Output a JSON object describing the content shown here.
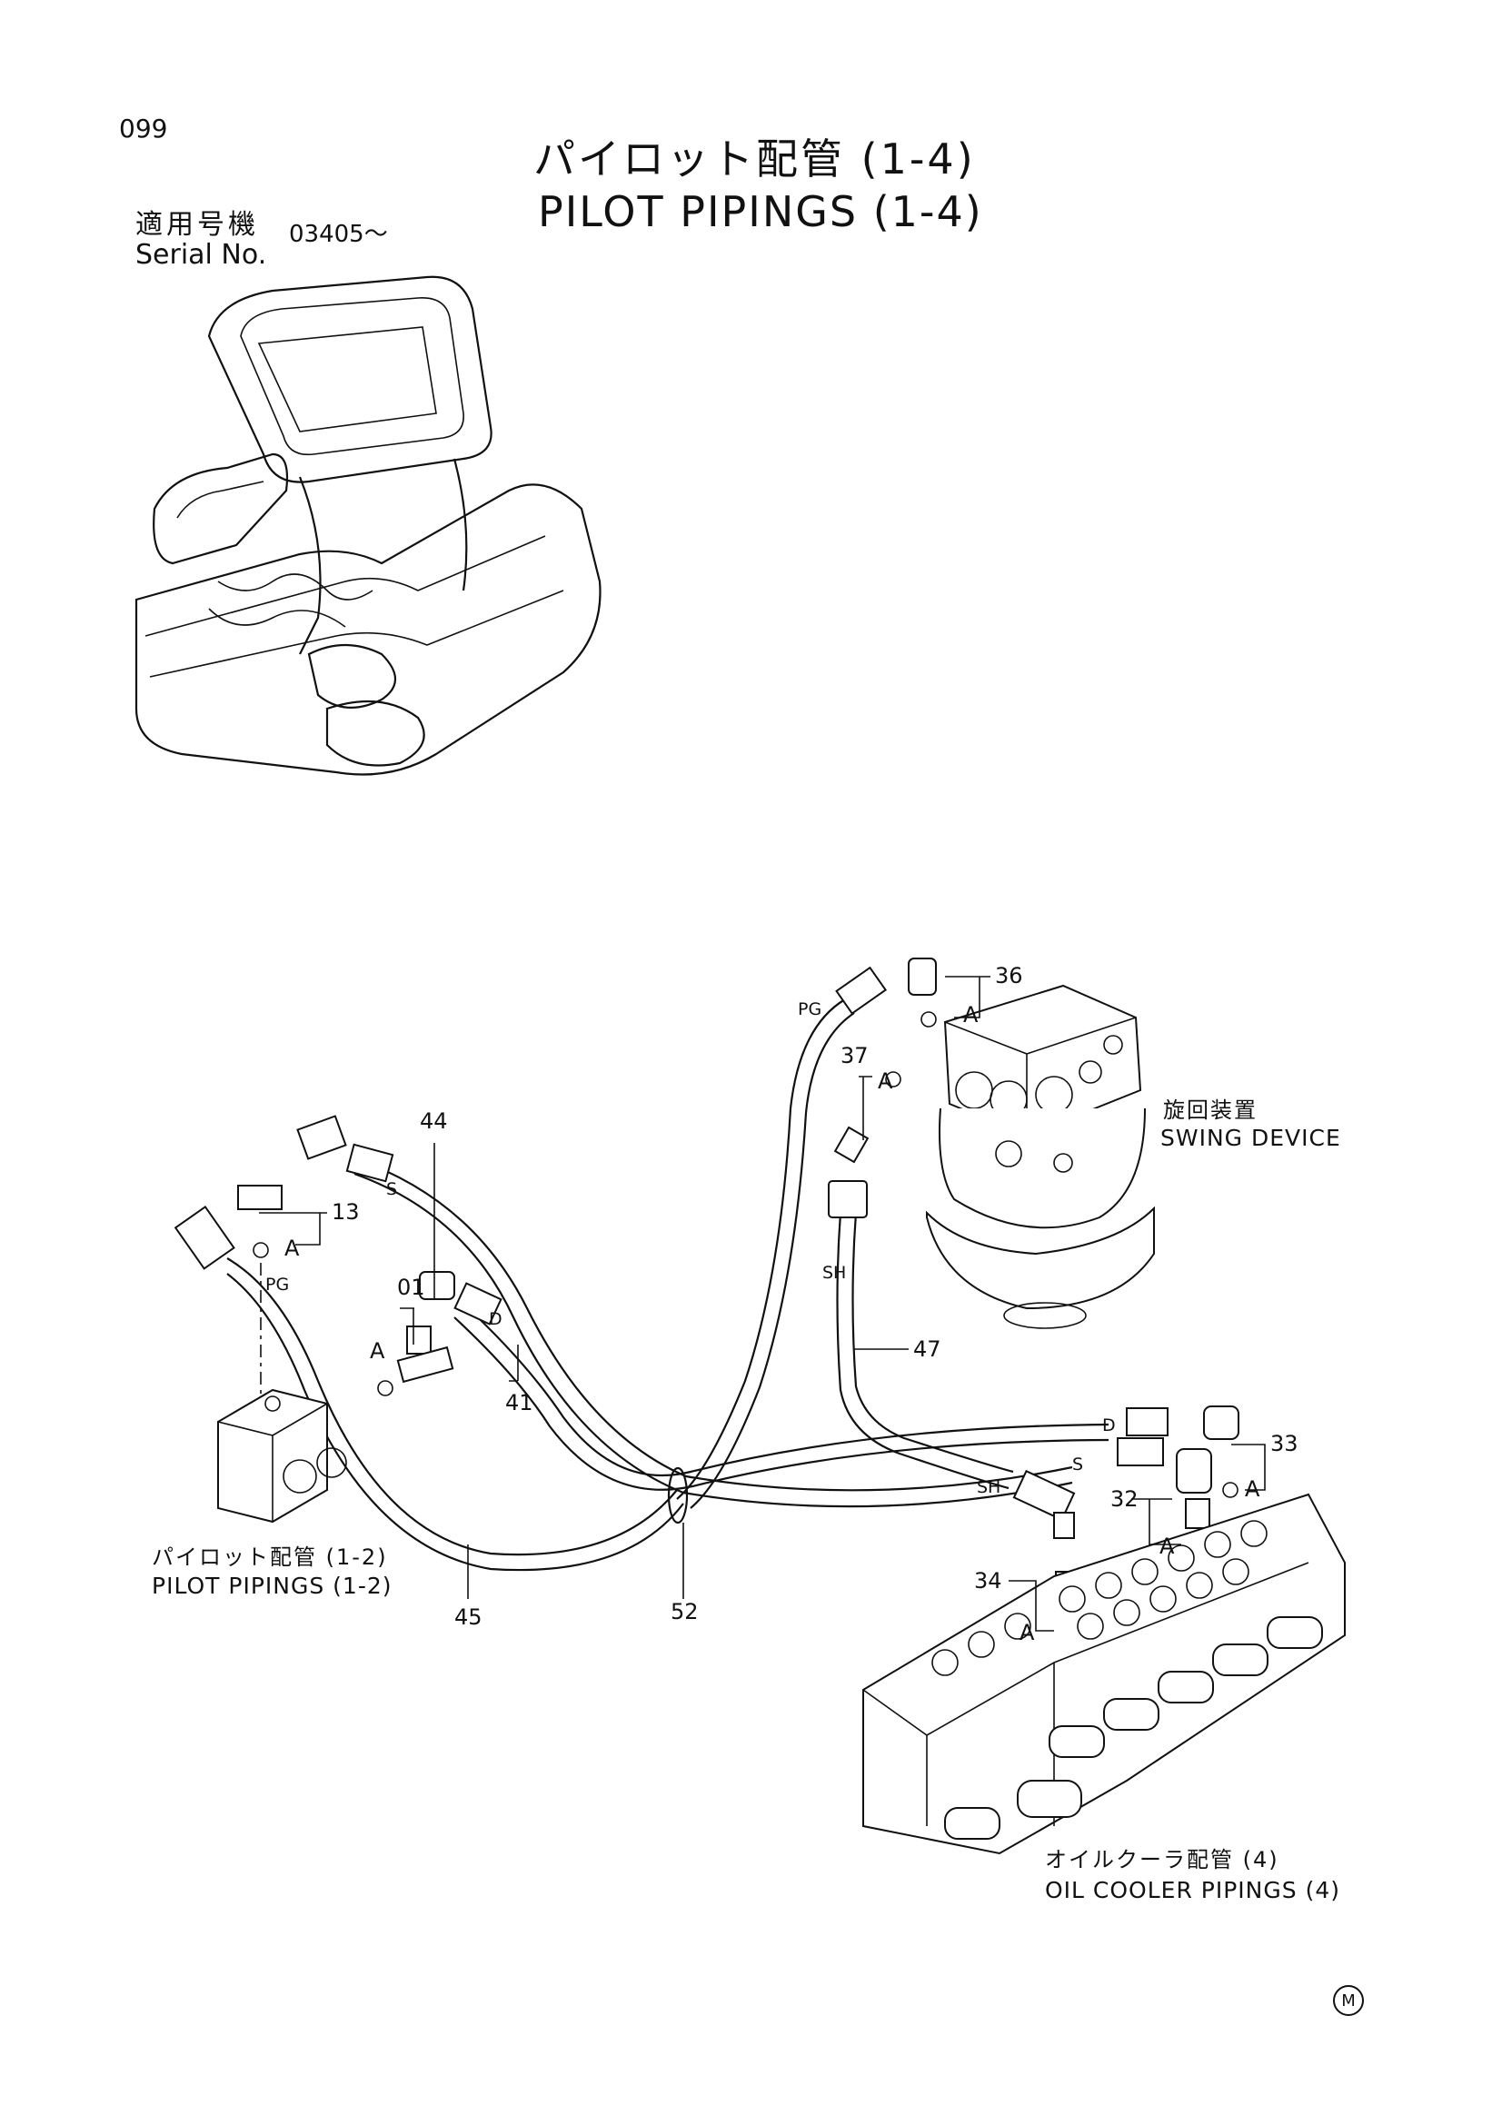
{
  "page_number": "099",
  "title": {
    "japanese": "パイロット配管 (1-4)",
    "english": "PILOT PIPINGS (1-4)"
  },
  "serial": {
    "label_japanese": "適用号機",
    "label_english": "Serial No.",
    "value": "03405～"
  },
  "callouts": {
    "p36": "36",
    "p37": "37",
    "p44": "44",
    "p13": "13",
    "p01": "01",
    "p41": "41",
    "p47": "47",
    "p33": "33",
    "p32": "32",
    "p34": "34",
    "p45": "45",
    "p52": "52",
    "a1": "A",
    "a2": "A",
    "a3": "A",
    "a4": "A",
    "a5": "A",
    "a6": "A",
    "a7": "A"
  },
  "hose_marks": {
    "pg_top": "PG",
    "pg_left": "PG",
    "s_top": "S",
    "s_right": "S",
    "d_left": "D",
    "d_right": "D",
    "sh_mid": "SH",
    "sh_right": "SH"
  },
  "references": {
    "swing_device_jp": "旋回装置",
    "swing_device_en": "SWING DEVICE",
    "pilot_12_jp": "パイロット配管 (1-2)",
    "pilot_12_en": "PILOT PIPINGS (1-2)",
    "oil_cooler_jp": "オイルクーラ配管 (4)",
    "oil_cooler_en": "OIL COOLER PIPINGS (4)"
  },
  "corner_mark": "M"
}
